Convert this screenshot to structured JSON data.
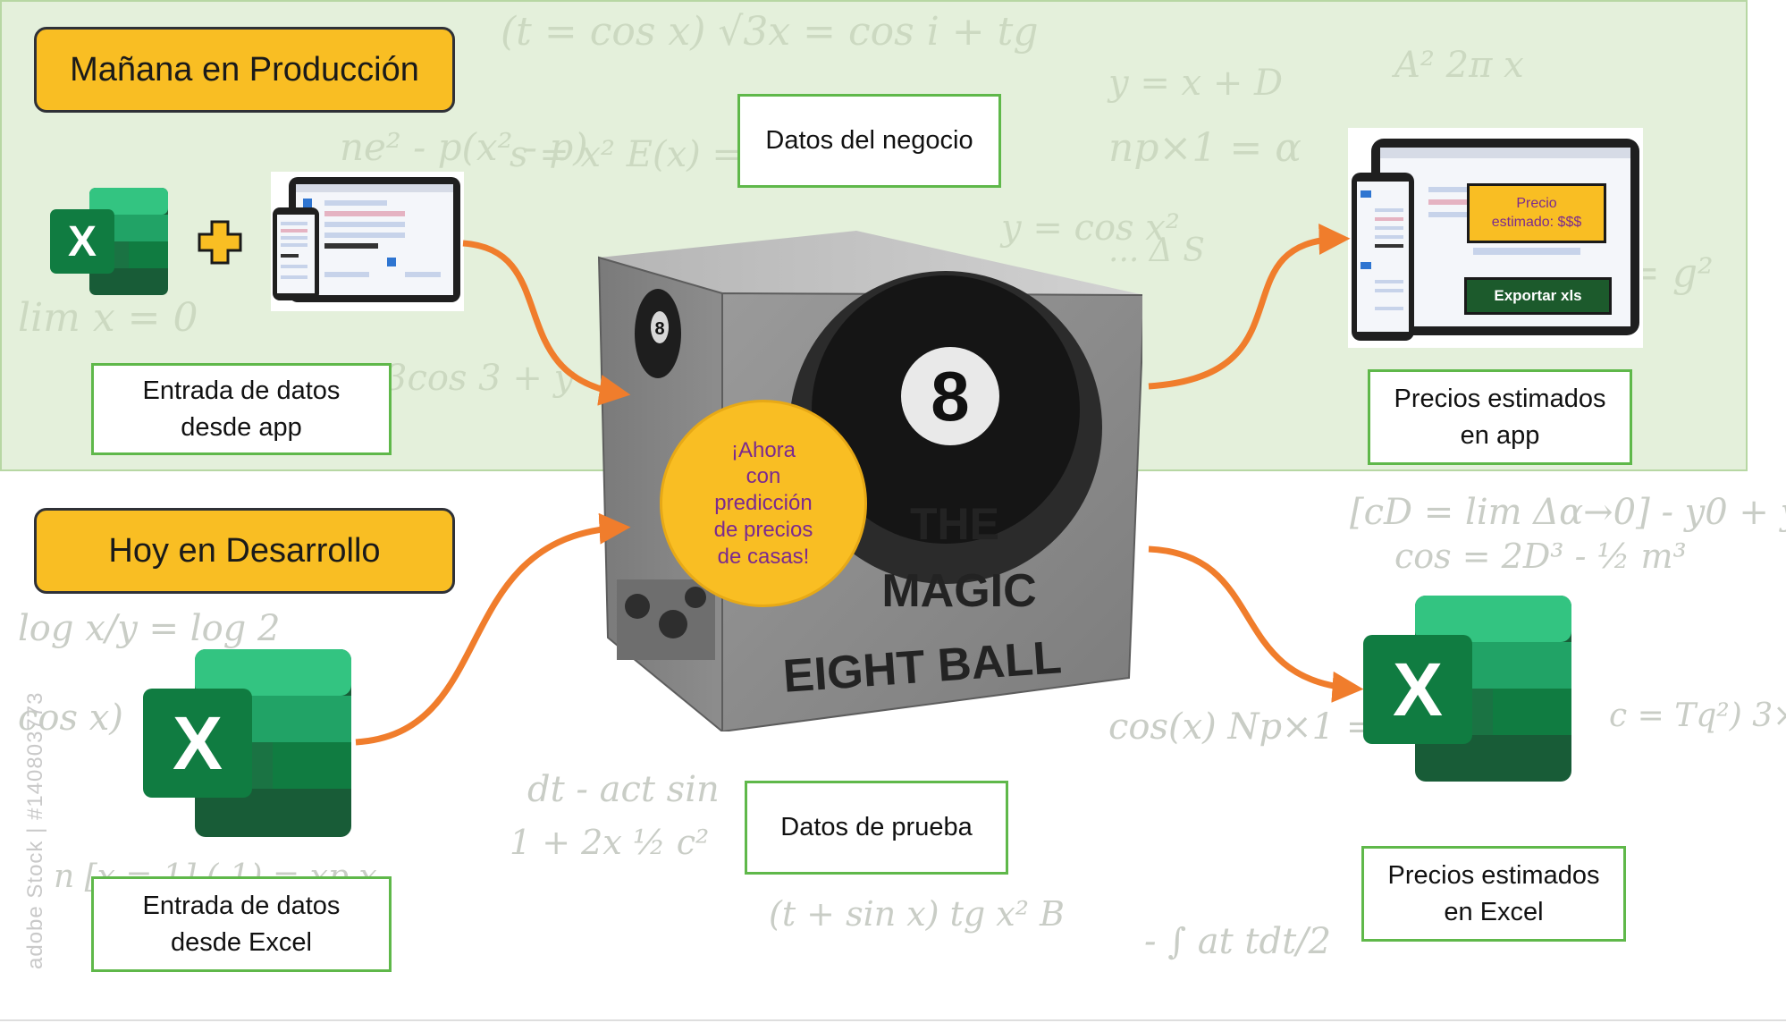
{
  "sections": {
    "production_title": "Mañana en Producción",
    "development_title": "Hoy en Desarrollo"
  },
  "labels": {
    "business_data": "Datos del negocio",
    "test_data": "Datos de prueba",
    "input_app_line1": "Entrada de datos",
    "input_app_line2": "desde app",
    "input_excel_line1": "Entrada de datos",
    "input_excel_line2": "desde Excel",
    "output_app_line1": "Precios estimados",
    "output_app_line2": "en app",
    "output_excel_line1": "Precios estimados",
    "output_excel_line2": "en Excel"
  },
  "magic_box": {
    "line1": "THE",
    "line2": "MAGIC",
    "line3": "EIGHT BALL",
    "ball_number": "8"
  },
  "sticker": {
    "text_line1": "¡Ahora",
    "text_line2": "con",
    "text_line3": "predicción",
    "text_line4": "de precios",
    "text_line5": "de casas!"
  },
  "output_app": {
    "price_line1": "Precio",
    "price_line2": "estimado: $$$",
    "export_button": "Exportar xls"
  },
  "watermark": "adobe Stock | #140803773",
  "icons": {
    "excel": "excel-icon",
    "plus": "plus-icon",
    "devices": "devices-icon",
    "box": "magic-eight-ball-box",
    "arrow": "arrow-icon"
  },
  "colors": {
    "accent_orange": "#f07d2c",
    "heading_yellow": "#f9be23",
    "label_border_green": "#5fb84a",
    "excel_green": "#1f7a45",
    "sticker_text_purple": "#7b2a8f",
    "band_green": "#cde4be"
  }
}
